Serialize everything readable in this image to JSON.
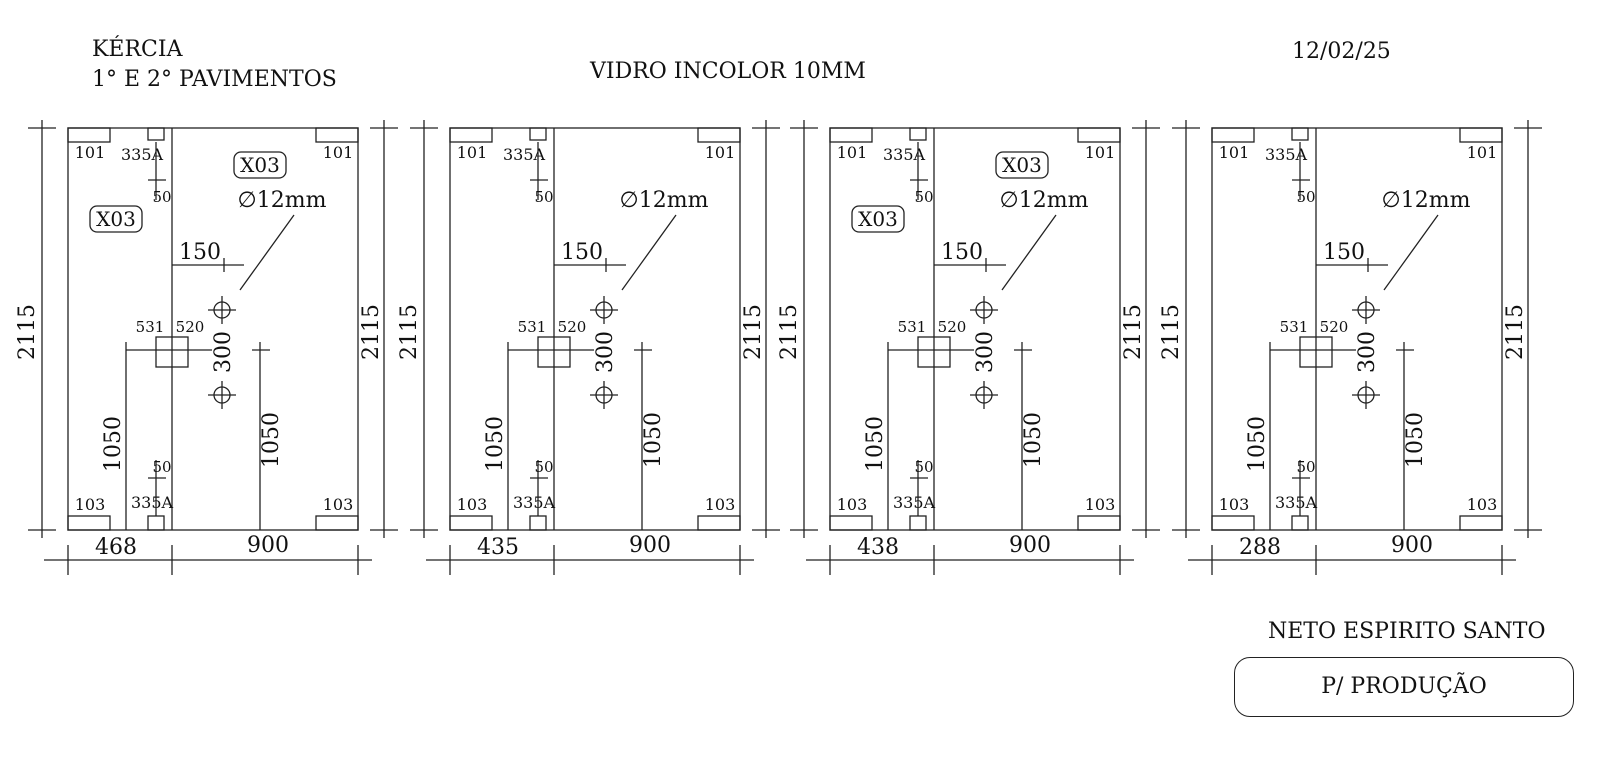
{
  "header": {
    "client": "KÉRCIA",
    "floors": "1° E 2° PAVIMENTOS",
    "glass": "VIDRO INCOLOR 10MM",
    "date": "12/02/25"
  },
  "footer": {
    "company": "NETO ESPIRITO SANTO",
    "status": "P/ PRODUÇÃO"
  },
  "panels": [
    {
      "height": "2115",
      "left_width": "468",
      "right_width": "900",
      "handle_height": "1050",
      "hole_offset": "150",
      "hole_spacing": "300",
      "hole_diameter": "∅12mm",
      "hinge_gap": "50",
      "hinge_code": "335A",
      "top_fitting": "101",
      "bottom_fitting": "103",
      "lock_codes": [
        "531",
        "520"
      ],
      "reference": "X03",
      "show_reference": true
    },
    {
      "height": "2115",
      "left_width": "435",
      "right_width": "900",
      "handle_height": "1050",
      "hole_offset": "150",
      "hole_spacing": "300",
      "hole_diameter": "∅12mm",
      "hinge_gap": "50",
      "hinge_code": "335A",
      "top_fitting": "101",
      "bottom_fitting": "103",
      "lock_codes": [
        "531",
        "520"
      ],
      "reference": "",
      "show_reference": false
    },
    {
      "height": "2115",
      "left_width": "438",
      "right_width": "900",
      "handle_height": "1050",
      "hole_offset": "150",
      "hole_spacing": "300",
      "hole_diameter": "∅12mm",
      "hinge_gap": "50",
      "hinge_code": "335A",
      "top_fitting": "101",
      "bottom_fitting": "103",
      "lock_codes": [
        "531",
        "520"
      ],
      "reference": "X03",
      "show_reference": true
    },
    {
      "height": "2115",
      "left_width": "288",
      "right_width": "900",
      "handle_height": "1050",
      "hole_offset": "150",
      "hole_spacing": "300",
      "hole_diameter": "∅12mm",
      "hinge_gap": "50",
      "hinge_code": "335A",
      "top_fitting": "101",
      "bottom_fitting": "103",
      "lock_codes": [
        "531",
        "520"
      ],
      "reference": "",
      "show_reference": false
    }
  ]
}
